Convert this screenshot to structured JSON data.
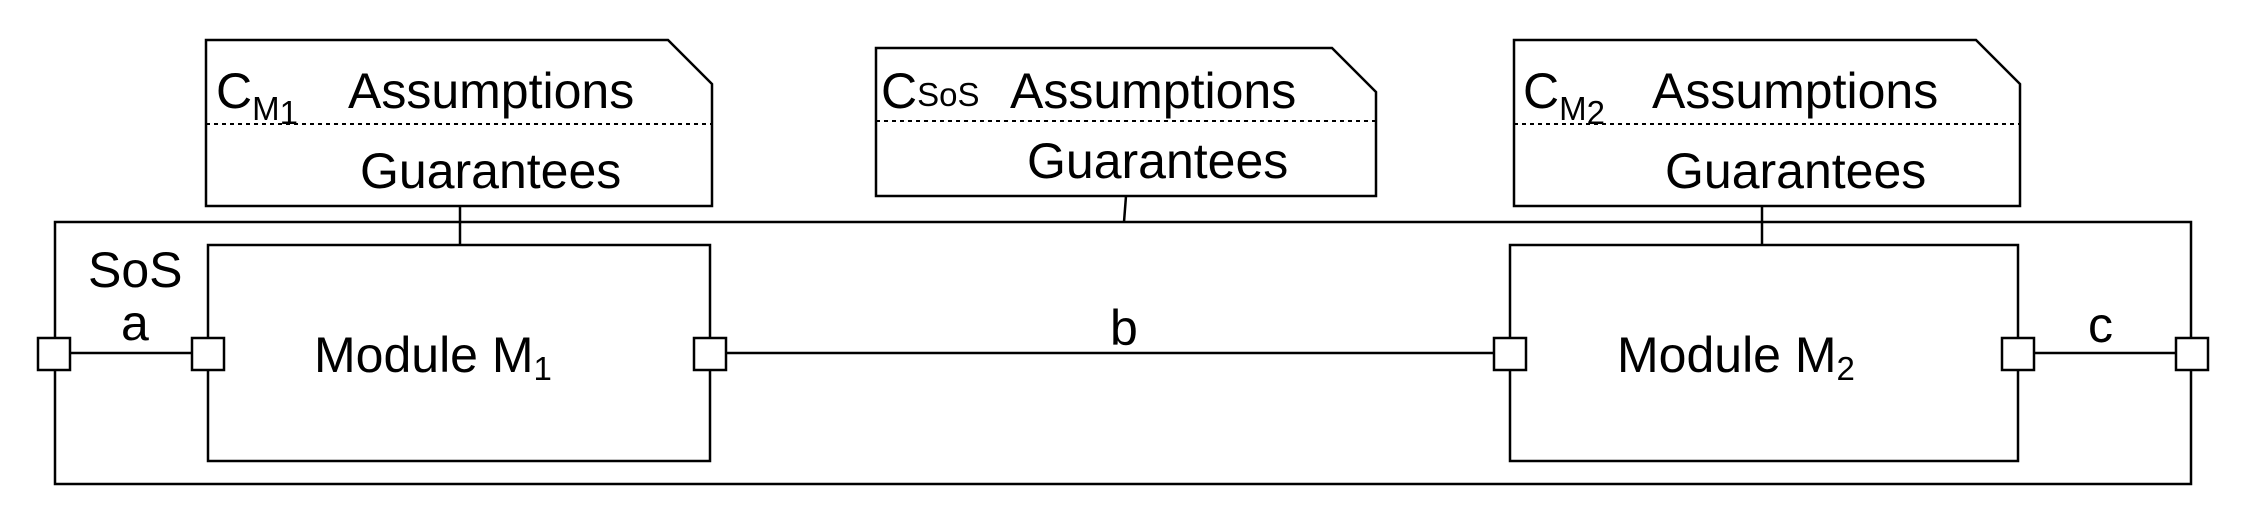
{
  "system": {
    "label": "SoS"
  },
  "contracts": [
    {
      "prefix": "C",
      "subscript": "M",
      "subscript2": "1",
      "assumptions": "Assumptions",
      "guarantees": "Guarantees"
    },
    {
      "prefix": "C",
      "subscript": "SoS",
      "subscript2": "",
      "assumptions": "Assumptions",
      "guarantees": "Guarantees"
    },
    {
      "prefix": "C",
      "subscript": "M",
      "subscript2": "2",
      "assumptions": "Assumptions",
      "guarantees": "Guarantees"
    }
  ],
  "modules": [
    {
      "label": "Module M",
      "subscript": "1"
    },
    {
      "label": "Module M",
      "subscript": "2"
    }
  ],
  "connections": {
    "a": "a",
    "b": "b",
    "c": "c"
  }
}
